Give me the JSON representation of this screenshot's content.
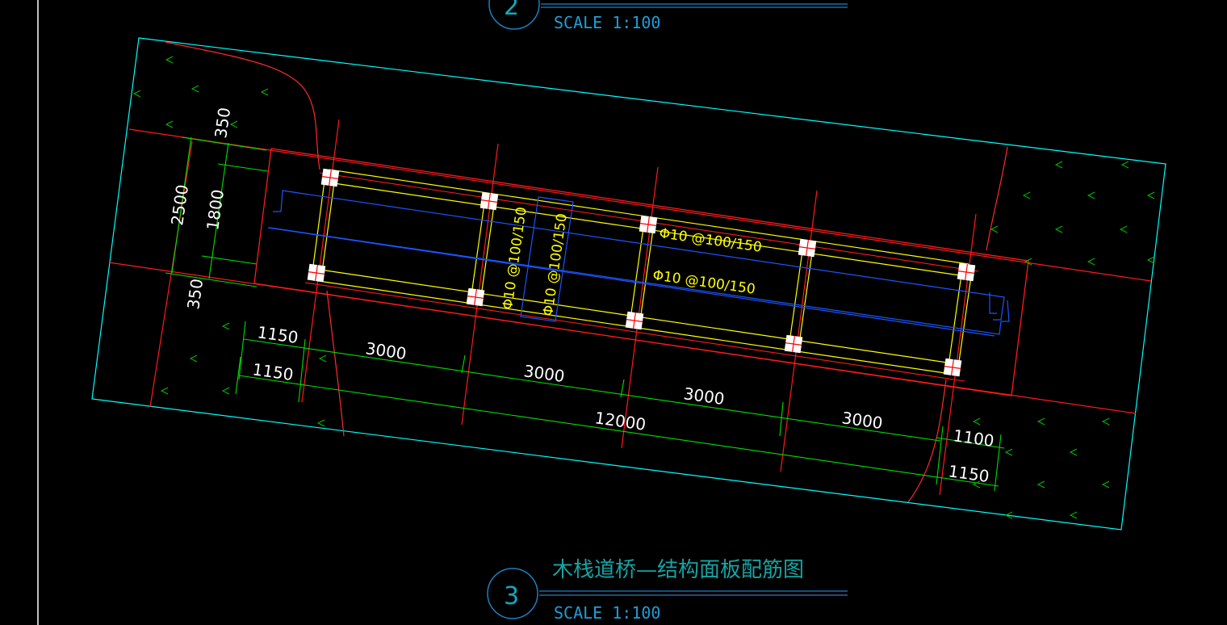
{
  "title_top": {
    "number": "2",
    "scale_label": "SCALE 1:100"
  },
  "title_bottom": {
    "number": "3",
    "title": "木栈道桥—结构面板配筋图",
    "scale_label": "SCALE 1:100"
  },
  "dimensions": {
    "d350_top": "350",
    "d2500": "2500",
    "d1800": "1800",
    "d350_bottom": "350",
    "d1150_a": "1150",
    "d3000_a": "3000",
    "d1150_b": "1150",
    "d3000_b": "3000",
    "d3000_c": "3000",
    "d12000": "12000",
    "d3000_d": "3000",
    "d1100": "1100",
    "d1150_c": "1150"
  },
  "rebar_labels": {
    "upper": "Φ10 @100/150",
    "lower": "Φ10 @100/150",
    "vertical_1": "Φ10 @100/150",
    "vertical_2": "Φ10 @100/150"
  },
  "colors": {
    "background": "#000000",
    "site_boundary": "#00ffff",
    "grid_axes": "#ff0000",
    "beams": "#ffff00",
    "rebar": "#0050ff",
    "dimensions": "#00ff00",
    "columns": "#ffffff",
    "title": "#16a3a3"
  }
}
